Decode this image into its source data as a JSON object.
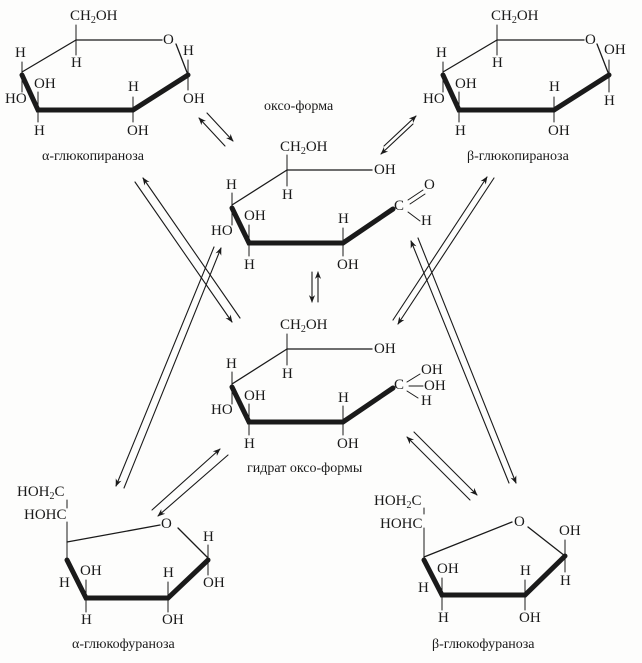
{
  "title": "Таутомерные формы глюкозы",
  "structures": {
    "alpha_pyranose": {
      "caption": "α-глюкопираноза",
      "atoms": {
        "ch2oh": "CH₂OH",
        "ring_o": "O",
        "c5_h": "H",
        "c4_h": "H",
        "c4_oh": "HO",
        "c3_oh": "OH",
        "c3_h": "H",
        "c2_h": "H",
        "c2_oh": "OH",
        "c1_h": "H",
        "c1_oh": "OH"
      }
    },
    "beta_pyranose": {
      "caption": "β-глюкопираноза",
      "atoms": {
        "ch2oh": "CH₂OH",
        "ring_o": "O",
        "c5_h": "H",
        "c4_h": "H",
        "c4_oh": "HO",
        "c3_oh": "OH",
        "c3_h": "H",
        "c2_h": "H",
        "c2_oh": "OH",
        "c1_oh": "OH",
        "c1_h": "H"
      }
    },
    "oxo_form": {
      "caption": "оксо-форма",
      "atoms": {
        "ch2oh": "CH₂OH",
        "c5_oh": "OH",
        "c5_h": "H",
        "c4_h": "H",
        "c4_oh": "HO",
        "c3_oh": "OH",
        "c3_h": "H",
        "c2_h": "H",
        "c2_oh": "OH",
        "c1": "C",
        "c1_o": "O",
        "c1_h": "H"
      }
    },
    "hydrate": {
      "caption": "гидрат оксо-формы",
      "atoms": {
        "ch2oh": "CH₂OH",
        "c5_oh": "OH",
        "c5_h": "H",
        "c4_h": "H",
        "c4_oh": "HO",
        "c3_oh": "OH",
        "c3_h": "H",
        "c2_h": "H",
        "c2_oh": "OH",
        "c1": "C",
        "c1_oh1": "OH",
        "c1_oh2": "OH",
        "c1_h": "H"
      }
    },
    "alpha_furanose": {
      "caption": "α-глюкофураноза",
      "atoms": {
        "hoh2c": "HOH₂C",
        "hohc": "HOHC",
        "ring_o": "O",
        "c4_h": "H",
        "c3_oh": "OH",
        "c3_h": "H",
        "c2_h": "H",
        "c2_oh": "OH",
        "c1_h": "H",
        "c1_oh": "OH"
      }
    },
    "beta_furanose": {
      "caption": "β-глюкофураноза",
      "atoms": {
        "hoh2c": "HOH₂C",
        "hohc": "HOHC",
        "ring_o": "O",
        "c4_h": "H",
        "c3_oh": "OH",
        "c3_h": "H",
        "c2_h": "H",
        "c2_oh": "OH",
        "c1_oh": "OH",
        "c1_h": "H"
      }
    }
  },
  "equilibria": [
    {
      "from": "alpha_pyranose",
      "to": "oxo_form",
      "type": "reversible"
    },
    {
      "from": "oxo_form",
      "to": "beta_pyranose",
      "type": "reversible"
    },
    {
      "from": "oxo_form",
      "to": "hydrate",
      "type": "reversible"
    },
    {
      "from": "alpha_pyranose",
      "to": "hydrate",
      "type": "reversible"
    },
    {
      "from": "beta_pyranose",
      "to": "hydrate",
      "type": "reversible"
    },
    {
      "from": "oxo_form",
      "to": "alpha_furanose",
      "type": "reversible"
    },
    {
      "from": "oxo_form",
      "to": "beta_furanose",
      "type": "reversible"
    },
    {
      "from": "hydrate",
      "to": "alpha_furanose",
      "type": "reversible"
    },
    {
      "from": "hydrate",
      "to": "beta_furanose",
      "type": "reversible"
    }
  ],
  "colors": {
    "ink": "#1a1a1a",
    "paper": "#fdfdfc"
  }
}
